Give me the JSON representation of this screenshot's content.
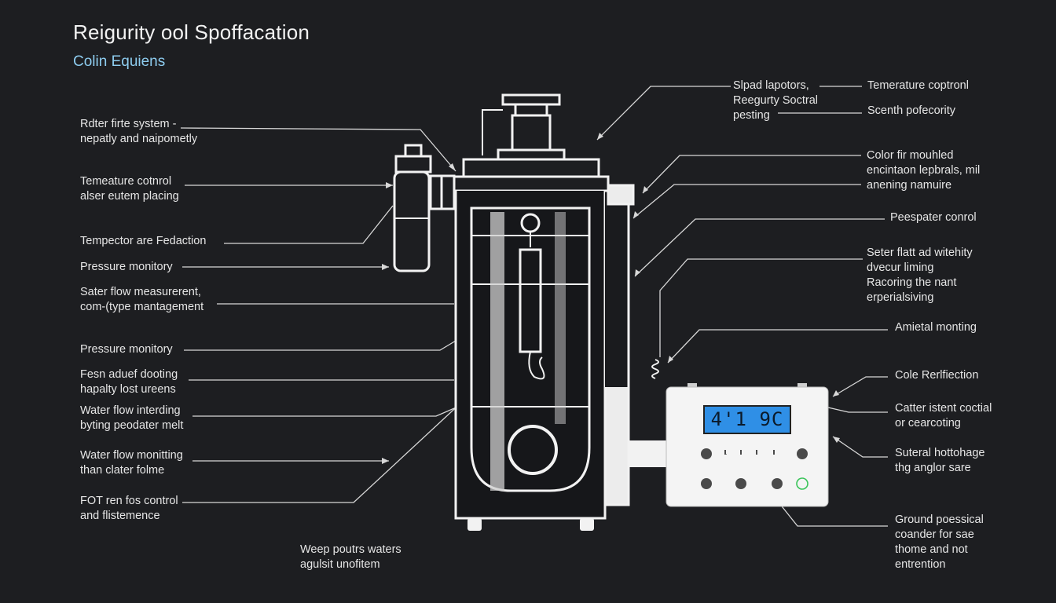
{
  "title": "Reigurity ool Spoffacation",
  "subtitle": "Colin Equiens",
  "display_readout": "4'1 9C",
  "colors": {
    "background": "#1d1e21",
    "subtitle": "#8ecdf0",
    "display": "#2f8fe6",
    "indicator_green": "#39c459"
  },
  "left_labels": [
    {
      "lines": [
        "Rdter firte system -",
        "nepatly and naipometly"
      ]
    },
    {
      "lines": [
        "Temeature cotnrol",
        "alser eutem placing"
      ]
    },
    {
      "lines": [
        "Tempector are Fedaction"
      ]
    },
    {
      "lines": [
        "Pressure monitory"
      ]
    },
    {
      "lines": [
        "Sater flow measurerent,",
        "com-(type mantagement"
      ]
    },
    {
      "lines": [
        "Pressure monitory"
      ]
    },
    {
      "lines": [
        "Fesn aduef dooting",
        "hapalty lost ureens"
      ]
    },
    {
      "lines": [
        "Water flow interding",
        "byting peodater melt"
      ]
    },
    {
      "lines": [
        "Water flow monitting",
        "than clater folme"
      ]
    },
    {
      "lines": [
        "FOT ren fos control",
        "and flistemence"
      ]
    }
  ],
  "bottom_label": {
    "lines": [
      "Weep poutrs waters",
      "agulsit unofitem"
    ]
  },
  "right_labels": [
    {
      "lines": [
        "Slpad lapotors,",
        "Reegurty Soctral",
        "pesting"
      ]
    },
    {
      "lines": [
        "Temerature coptronl"
      ]
    },
    {
      "lines": [
        "Scenth pofecority"
      ]
    },
    {
      "lines": [
        "Color fir mouhled",
        "encintaon lepbrals, mil",
        "anening namuire"
      ]
    },
    {
      "lines": [
        "Peespater conrol"
      ]
    },
    {
      "lines": [
        "Seter flatt ad witehity",
        "dvecur liming",
        "Racoring the nant",
        "erperialsiving"
      ]
    },
    {
      "lines": [
        "Amietal monting"
      ]
    },
    {
      "lines": [
        "Cole Rerlfiection"
      ]
    },
    {
      "lines": [
        "Catter istent coctial",
        "or cearcoting"
      ]
    },
    {
      "lines": [
        "Suteral hottohage",
        "thg anglor sare"
      ]
    },
    {
      "lines": [
        "Ground poessical",
        "coander for sae",
        "thome and not",
        "entrention"
      ]
    }
  ]
}
